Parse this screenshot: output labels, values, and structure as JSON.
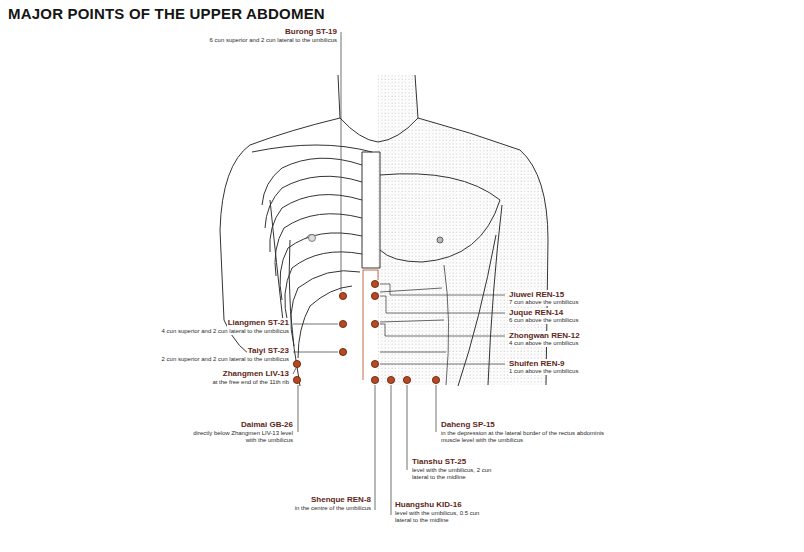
{
  "diagram": {
    "title": "MAJOR POINTS OF THE UPPER ABDOMEN",
    "labels": [
      "Burong ST-19",
      "6 cun superior and 2 cun lateral to the umbilicus",
      "Jiuwei REN-15",
      "7 cun above the umbilicus",
      "Juque REN-14",
      "6 cun above the umbilicus",
      "Liangmen ST-21",
      "4 cun superior and 2 cun lateral to the umbilicus",
      "Zhongwan REN-12",
      "4 cun above the umbilicus",
      "Taiyi ST-23",
      "2 cun superior and 2 cun lateral to the umbilicus",
      "Shuifen REN-9",
      "1 cun above the umbilicus",
      "Zhangmen LIV-13",
      "at the free end of the 11th rib",
      "Daimai GB-26",
      "directly below Zhangmen LIV-13 level with the umbilicus",
      "Daheng SP-15",
      "in the depression at the lateral border of the rectus abdominis muscle level with the umbilicus",
      "Tianshu ST-25",
      "level with the umbilicus, 2 cun lateral to the midline",
      "Shenque REN-8",
      "in the centre of the umbilicus",
      "Huangshu KID-16",
      "level with the umbilicus, 0.5 cun lateral to the midline"
    ]
  }
}
